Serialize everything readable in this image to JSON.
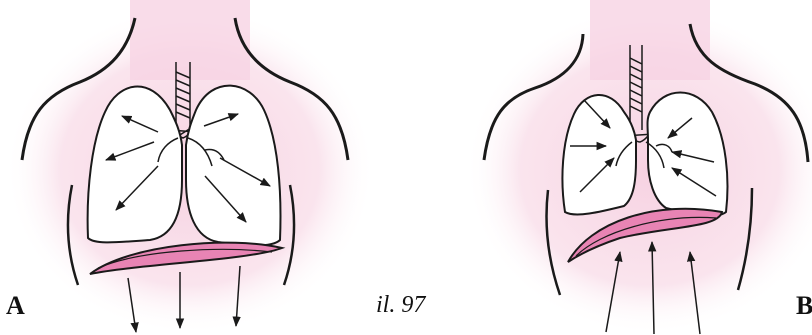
{
  "figure": {
    "label_left": "A",
    "label_right": "B",
    "caption": "il. 97"
  },
  "panels": [
    {
      "id": "A",
      "phase": "inhalation",
      "diaphragm": "lowered",
      "air_arrows": "outward",
      "abdomen_arrows": "downward"
    },
    {
      "id": "B",
      "phase": "exhalation",
      "diaphragm": "raised",
      "air_arrows": "inward",
      "abdomen_arrows": "upward"
    }
  ],
  "colors": {
    "skin_glow": "#f6cfe0",
    "diaphragm_fill": "#e884b4",
    "ink": "#1a1a1a",
    "background": "#ffffff"
  }
}
